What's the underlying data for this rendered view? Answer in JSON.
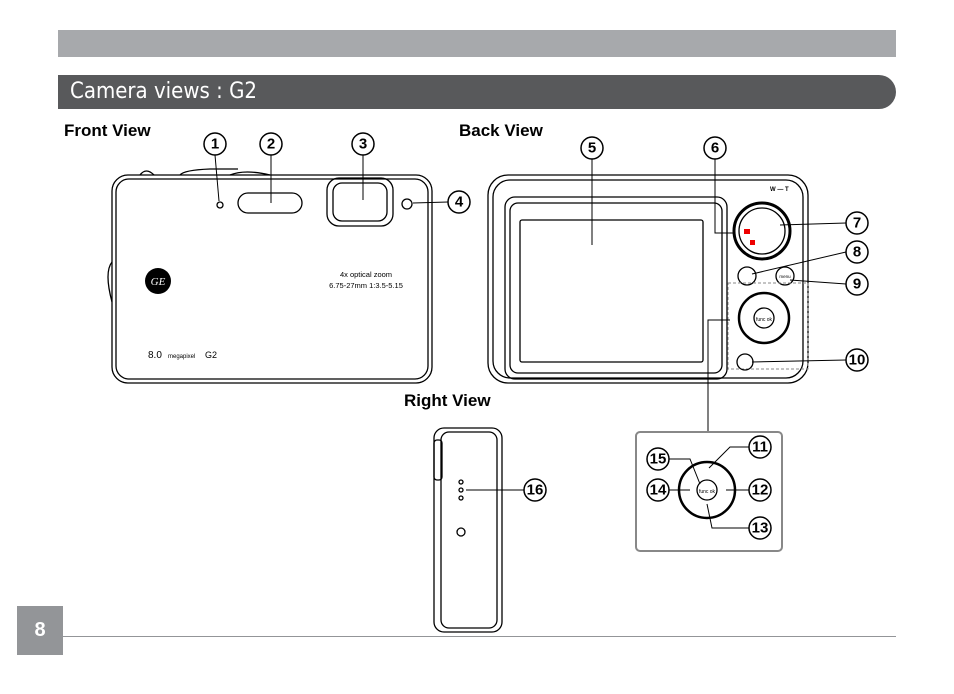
{
  "header": {
    "title": "Camera views : G2"
  },
  "sections": {
    "front": "Front View",
    "back": "Back View",
    "right": "Right View"
  },
  "front_camera": {
    "zoom_text": "4x optical zoom",
    "lens_text": "6.75-27mm 1:3.5-5.15",
    "model_mp": "8.0",
    "model_mp_unit": "megapixel",
    "model_name": "G2",
    "logo": "GE"
  },
  "back_camera": {
    "zoom_lever": "W — T",
    "nav_center": "func ok",
    "menu_button": "menu"
  },
  "callouts": [
    "1",
    "2",
    "3",
    "4",
    "5",
    "6",
    "7",
    "8",
    "9",
    "10",
    "11",
    "12",
    "13",
    "14",
    "15",
    "16"
  ],
  "page_number": "8"
}
